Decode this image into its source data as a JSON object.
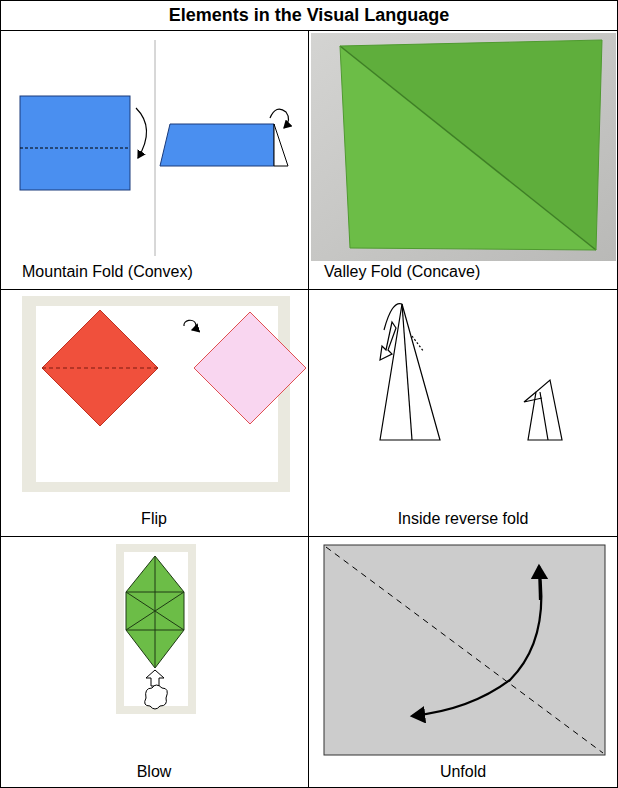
{
  "diagram": {
    "title": "Elements in the Visual Language",
    "labels": [
      "Mountain Fold (Convex)",
      "Valley Fold (Concave)",
      "Flip",
      "Inside reverse fold",
      "Blow",
      "Unfold"
    ]
  }
}
